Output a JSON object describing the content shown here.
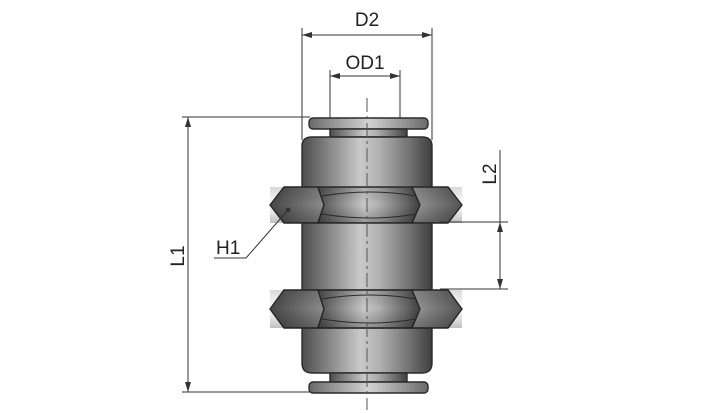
{
  "drawing": {
    "labels": {
      "d2": "D2",
      "od1": "OD1",
      "l1": "L1",
      "l2": "L2",
      "h1": "H1"
    }
  }
}
